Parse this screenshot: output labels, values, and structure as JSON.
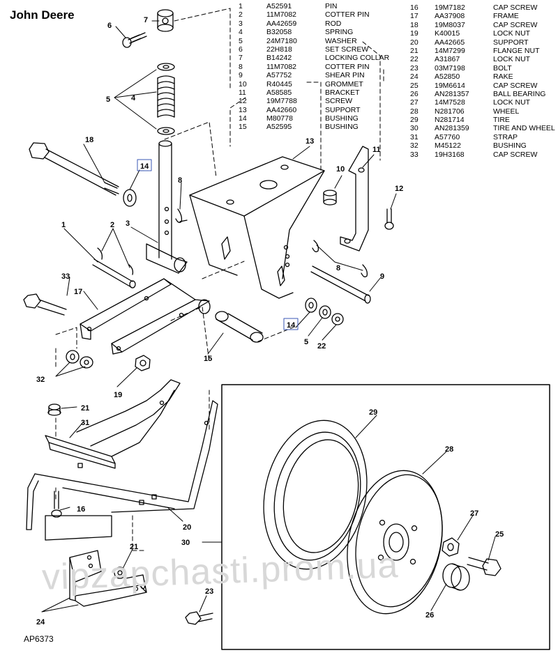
{
  "brand": "John Deere",
  "figure_id": "AP6373",
  "watermark": "vipzapchasti.prom.ua",
  "parts_left": [
    {
      "no": "1",
      "part": "A52591",
      "desc": "PIN"
    },
    {
      "no": "2",
      "part": "11M7082",
      "desc": "COTTER PIN"
    },
    {
      "no": "3",
      "part": "AA42659",
      "desc": "ROD"
    },
    {
      "no": "4",
      "part": "B32058",
      "desc": "SPRING"
    },
    {
      "no": "5",
      "part": "24M7180",
      "desc": "WASHER"
    },
    {
      "no": "6",
      "part": "22H818",
      "desc": "SET SCREW"
    },
    {
      "no": "7",
      "part": "B14242",
      "desc": "LOCKING COLLAR"
    },
    {
      "no": "8",
      "part": "11M7082",
      "desc": "COTTER PIN"
    },
    {
      "no": "9",
      "part": "A57752",
      "desc": "SHEAR PIN"
    },
    {
      "no": "10",
      "part": "R40445",
      "desc": "GROMMET"
    },
    {
      "no": "11",
      "part": "A58585",
      "desc": "BRACKET"
    },
    {
      "no": "12",
      "part": "19M7788",
      "desc": "SCREW"
    },
    {
      "no": "13",
      "part": "AA42660",
      "desc": "SUPPORT"
    },
    {
      "no": "14",
      "part": "M80778",
      "desc": "BUSHING"
    },
    {
      "no": "15",
      "part": "A52595",
      "desc": "BUSHING"
    }
  ],
  "parts_right": [
    {
      "no": "16",
      "part": "19M7182",
      "desc": "CAP SCREW"
    },
    {
      "no": "17",
      "part": "AA37908",
      "desc": "FRAME"
    },
    {
      "no": "18",
      "part": "19M8037",
      "desc": "CAP SCREW"
    },
    {
      "no": "19",
      "part": "K40015",
      "desc": "LOCK NUT"
    },
    {
      "no": "20",
      "part": "AA42665",
      "desc": "SUPPORT"
    },
    {
      "no": "21",
      "part": "14M7299",
      "desc": "FLANGE NUT"
    },
    {
      "no": "22",
      "part": "A31867",
      "desc": "LOCK NUT"
    },
    {
      "no": "23",
      "part": "03M7198",
      "desc": "BOLT"
    },
    {
      "no": "24",
      "part": "A52850",
      "desc": "RAKE"
    },
    {
      "no": "25",
      "part": "19M6614",
      "desc": "CAP SCREW"
    },
    {
      "no": "26",
      "part": "AN281357",
      "desc": "BALL BEARING"
    },
    {
      "no": "27",
      "part": "14M7528",
      "desc": "LOCK NUT"
    },
    {
      "no": "28",
      "part": "N281706",
      "desc": "WHEEL"
    },
    {
      "no": "29",
      "part": "N281714",
      "desc": "TIRE"
    },
    {
      "no": "30",
      "part": "AN281359",
      "desc": "TIRE AND WHEEL"
    },
    {
      "no": "31",
      "part": "A57760",
      "desc": "STRAP"
    },
    {
      "no": "32",
      "part": "M45122",
      "desc": "BUSHING"
    },
    {
      "no": "33",
      "part": "19H3168",
      "desc": "CAP SCREW"
    }
  ],
  "callouts": {
    "c1": "1",
    "c2": "2",
    "c3": "3",
    "c4": "4",
    "c5a": "5",
    "c5b": "5",
    "c6": "6",
    "c7": "7",
    "c8a": "8",
    "c8b": "8",
    "c9": "9",
    "c10": "10",
    "c11": "11",
    "c12": "12",
    "c13": "13",
    "c14a": "14",
    "c14b": "14",
    "c15": "15",
    "c16": "16",
    "c17": "17",
    "c18": "18",
    "c19": "19",
    "c20": "20",
    "c21a": "21",
    "c21b": "21",
    "c22": "22",
    "c23": "23",
    "c24": "24",
    "c25": "25",
    "c26": "26",
    "c27": "27",
    "c28": "28",
    "c29": "29",
    "c30": "30",
    "c31": "31",
    "c32": "32",
    "c33": "33"
  }
}
